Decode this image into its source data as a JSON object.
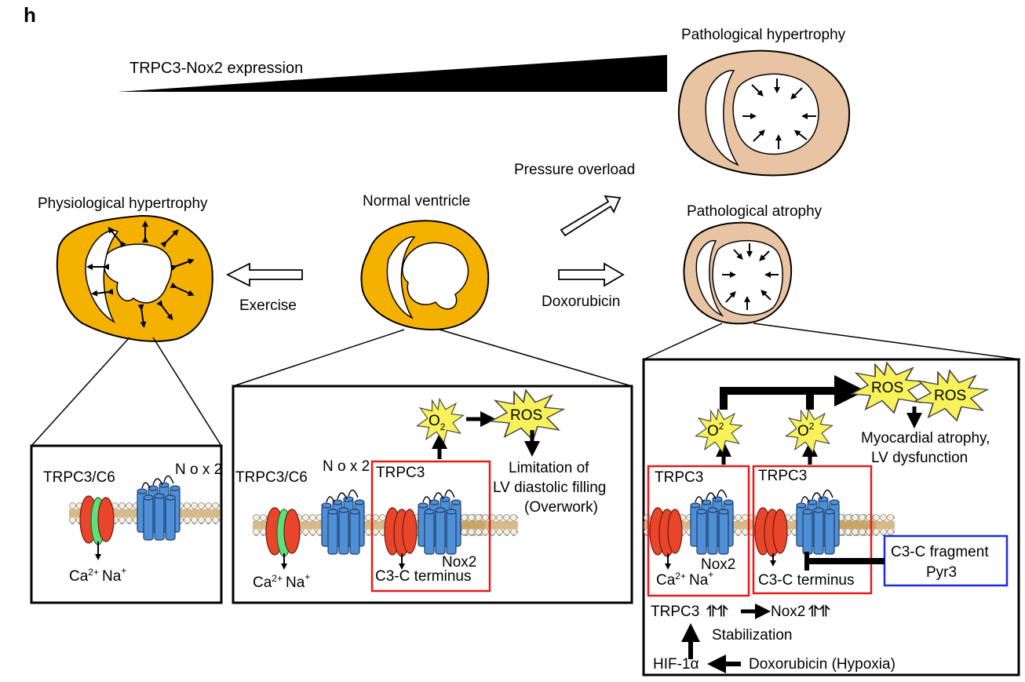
{
  "panel_label": "h",
  "gradient_label": "TRPC3-Nox2 expression",
  "hearts": {
    "physiological": "Physiological hypertrophy",
    "normal": "Normal ventricle",
    "path_hypertrophy": "Pathological hypertrophy",
    "path_atrophy": "Pathological atrophy"
  },
  "arrows": {
    "exercise": "Exercise",
    "pressure": "Pressure overload",
    "doxorubicin": "Doxorubicin"
  },
  "box1": {
    "trpc": "TRPC3/C6",
    "nox2": "N o x 2",
    "ca": "Ca",
    "ca_sup": "2+",
    "na": "Na",
    "na_sup": "+"
  },
  "box2": {
    "trpc": "TRPC3/C6",
    "nox2_top": "N o x 2",
    "trpc3": "TRPC3",
    "nox2_in": "Nox2",
    "c3c": "C3-C terminus",
    "o2": "O",
    "o2_sub": "2",
    "ros": "ROS",
    "limit1": "Limitation of",
    "limit2": "LV diastolic filling",
    "limit3": "(Overwork)",
    "ca": "Ca",
    "ca_sup": "2+",
    "na": "Na",
    "na_sup": "+"
  },
  "box3": {
    "trpc3_a": "TRPC3",
    "trpc3_b": "TRPC3",
    "nox2_a": "Nox2",
    "c3c": "C3-C terminus",
    "o2": "O",
    "o2_sub": "2",
    "ros": "ROS",
    "atrophy1": "Myocardial atrophy,",
    "atrophy2": "LV dysfunction",
    "frag1": "C3-C fragment",
    "frag2": "Pyr3",
    "trpc3_up": "TRPC3",
    "nox2_up": "Nox2",
    "stab": "Stabilization",
    "hif": "HIF-1α",
    "dox": "Doxorubicin (Hypoxia)",
    "ca": "Ca",
    "ca_sup": "2+",
    "na": "Na",
    "na_sup": "+"
  },
  "colors": {
    "heart_orange": "#f5b100",
    "heart_tan": "#e8c4a2",
    "channel_red": "#e8452a",
    "channel_green": "#5de07a",
    "nox_blue": "#4f8fd6",
    "burst_yellow": "#f7f25a",
    "highlight_red": "#e41b1b",
    "highlight_blue": "#1a2fe0"
  }
}
